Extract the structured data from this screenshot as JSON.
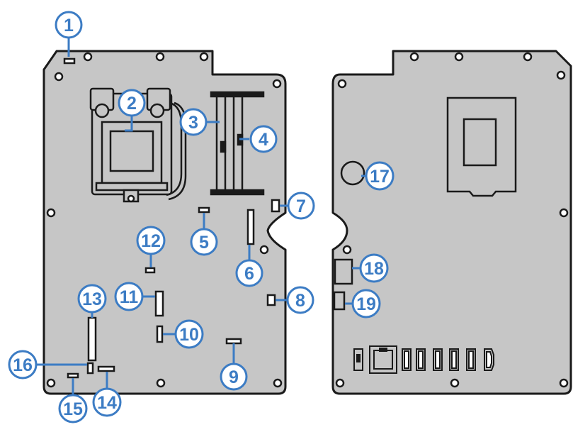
{
  "colors": {
    "board": "#c6c6c6",
    "outline": "#1a1a1a",
    "callout_fill": "#ffffff",
    "callout_stroke": "#3c7cc4",
    "leader": "#3c7cc4"
  },
  "callouts": [
    {
      "id": "c1",
      "label": "1"
    },
    {
      "id": "c2",
      "label": "2"
    },
    {
      "id": "c3",
      "label": "3"
    },
    {
      "id": "c4",
      "label": "4"
    },
    {
      "id": "c5",
      "label": "5"
    },
    {
      "id": "c6",
      "label": "6"
    },
    {
      "id": "c7",
      "label": "7"
    },
    {
      "id": "c8",
      "label": "8"
    },
    {
      "id": "c9",
      "label": "9"
    },
    {
      "id": "c10",
      "label": "10"
    },
    {
      "id": "c11",
      "label": "11"
    },
    {
      "id": "c12",
      "label": "12"
    },
    {
      "id": "c13",
      "label": "13"
    },
    {
      "id": "c14",
      "label": "14"
    },
    {
      "id": "c15",
      "label": "15"
    },
    {
      "id": "c16",
      "label": "16"
    },
    {
      "id": "c17",
      "label": "17"
    },
    {
      "id": "c18",
      "label": "18"
    },
    {
      "id": "c19",
      "label": "19"
    }
  ]
}
